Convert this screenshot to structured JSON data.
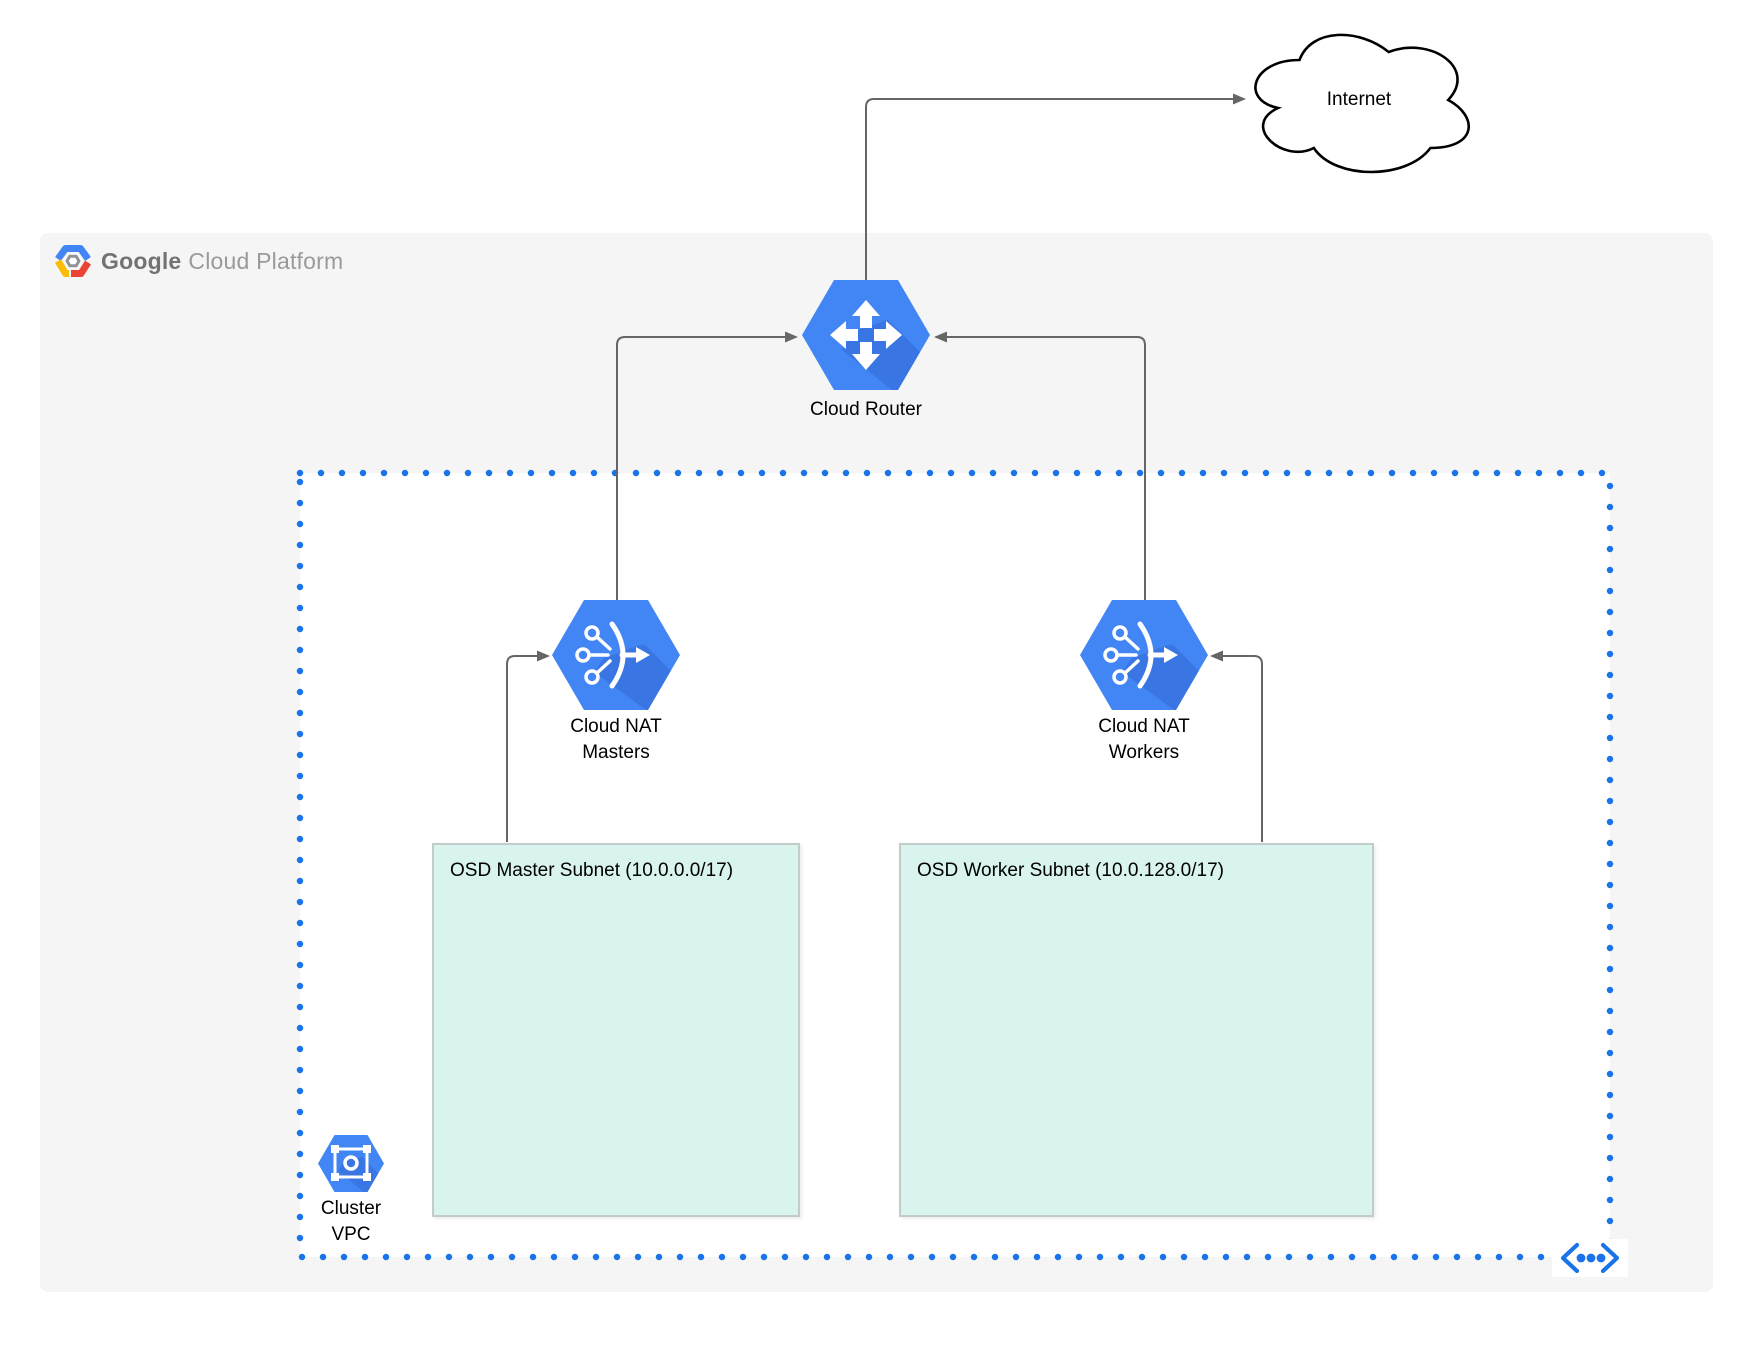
{
  "logo": {
    "brand": "Google",
    "product": "Cloud Platform"
  },
  "nodes": {
    "internet": {
      "label": "Internet",
      "shape": "cloud"
    },
    "cloud_router": {
      "label": "Cloud Router",
      "shape": "hexagon",
      "icon": "cloud-router-icon"
    },
    "cloud_nat_masters": {
      "line1": "Cloud NAT",
      "line2": "Masters",
      "shape": "hexagon",
      "icon": "cloud-nat-icon"
    },
    "cloud_nat_workers": {
      "line1": "Cloud NAT",
      "line2": "Workers",
      "shape": "hexagon",
      "icon": "cloud-nat-icon"
    },
    "cluster_vpc": {
      "line1": "Cluster",
      "line2": "VPC",
      "shape": "hexagon",
      "icon": "vpc-network-icon"
    },
    "osd_master_subnet": {
      "label": "OSD Master Subnet (10.0.0.0/17)",
      "shape": "rect"
    },
    "osd_worker_subnet": {
      "label": "OSD Worker Subnet (10.0.128.0/17)",
      "shape": "rect"
    }
  },
  "edges": [
    {
      "from": "cloud_router",
      "to": "internet"
    },
    {
      "from": "cloud_nat_masters",
      "to": "cloud_router"
    },
    {
      "from": "cloud_nat_workers",
      "to": "cloud_router"
    },
    {
      "from": "osd_master_subnet",
      "to": "cloud_nat_masters"
    },
    {
      "from": "osd_worker_subnet",
      "to": "cloud_nat_workers"
    }
  ],
  "icons": {
    "gcp_logo": "gcp-hexagon-logo-icon",
    "cloud_router": "cloud-router-arrows-icon",
    "cloud_nat": "cloud-nat-icon",
    "vpc": "vpc-network-icon",
    "boundary_marker": "network-boundary-arrows-icon"
  },
  "colors": {
    "gcp_blue": "#4285F4",
    "gcp_blue_shadow": "#3367D6",
    "vpc_dot_blue": "#1A73E8",
    "subnet_fill": "#D9F3EE",
    "subnet_border": "#C2CCC9",
    "connector_gray": "#666666",
    "panel_gray": "#F5F5F5",
    "logo_google_gray": "#737373",
    "logo_product_gray": "#9A9A9A",
    "logo_red": "#EA4335",
    "logo_yellow": "#FBBC05"
  }
}
